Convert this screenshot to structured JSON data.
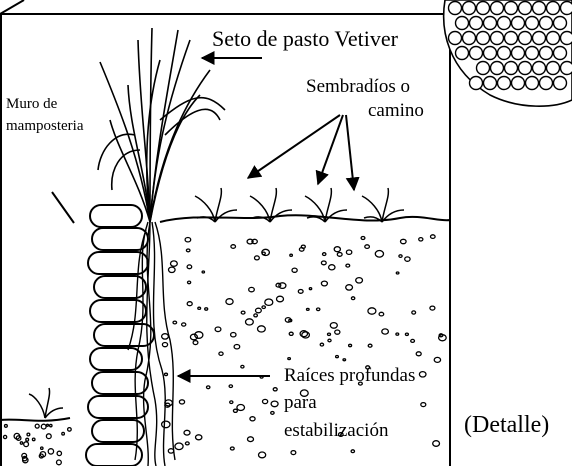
{
  "labels": {
    "vetiver": "Seto de pasto Vetiver",
    "sembradios_1": "Sembradíos o",
    "sembradios_2": "camino",
    "muro_1": "Muro de",
    "muro_2": "mamposteria",
    "raices_1": "Raíces profundas",
    "raices_2": "para",
    "raices_3": "estabilización",
    "detalle": "(Detalle)"
  },
  "colors": {
    "ink": "#000000",
    "paper": "#ffffff"
  }
}
